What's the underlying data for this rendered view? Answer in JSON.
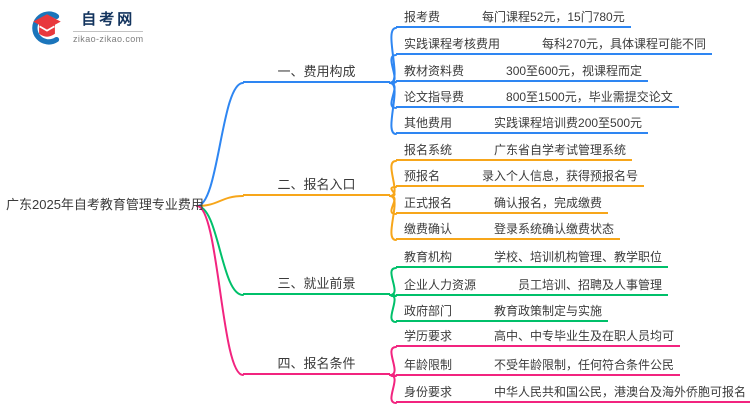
{
  "logo": {
    "title": "自考网",
    "domain": "zikao-zikao.com",
    "icon": "graduation-cap-icon",
    "brand_blue": "#1b75bb",
    "brand_red": "#e8383d"
  },
  "root": {
    "title": "广东2025年自考教育管理专业费用"
  },
  "branches": [
    {
      "label": "一、费用构成",
      "color": "#2e86f2",
      "items": [
        {
          "label": "报考费",
          "value": "每门课程52元，15门780元"
        },
        {
          "label": "实践课程考核费用",
          "value": "每科270元，具体课程可能不同"
        },
        {
          "label": "教材资料费",
          "value": "300至600元，视课程而定"
        },
        {
          "label": "论文指导费",
          "value": "800至1500元，毕业需提交论文"
        },
        {
          "label": "其他费用",
          "value": "实践课程培训费200至500元"
        }
      ]
    },
    {
      "label": "二、报名入口",
      "color": "#f7a61a",
      "items": [
        {
          "label": "报名系统",
          "value": "广东省自学考试管理系统"
        },
        {
          "label": "预报名",
          "value": "录入个人信息，获得预报名号"
        },
        {
          "label": "正式报名",
          "value": "确认报名，完成缴费"
        },
        {
          "label": "缴费确认",
          "value": "登录系统确认缴费状态"
        }
      ]
    },
    {
      "label": "三、就业前景",
      "color": "#00c06a",
      "items": [
        {
          "label": "教育机构",
          "value": "学校、培训机构管理、教学职位"
        },
        {
          "label": "企业人力资源",
          "value": "员工培训、招聘及人事管理"
        },
        {
          "label": "政府部门",
          "value": "教育政策制定与实施"
        }
      ]
    },
    {
      "label": "四、报名条件",
      "color": "#f2247f",
      "items": [
        {
          "label": "学历要求",
          "value": "高中、中专毕业生及在职人员均可"
        },
        {
          "label": "年龄限制",
          "value": "不受年龄限制，任何符合条件公民"
        },
        {
          "label": "身份要求",
          "value": "中华人民共和国公民，港澳台及海外侨胞可报名"
        }
      ]
    }
  ]
}
